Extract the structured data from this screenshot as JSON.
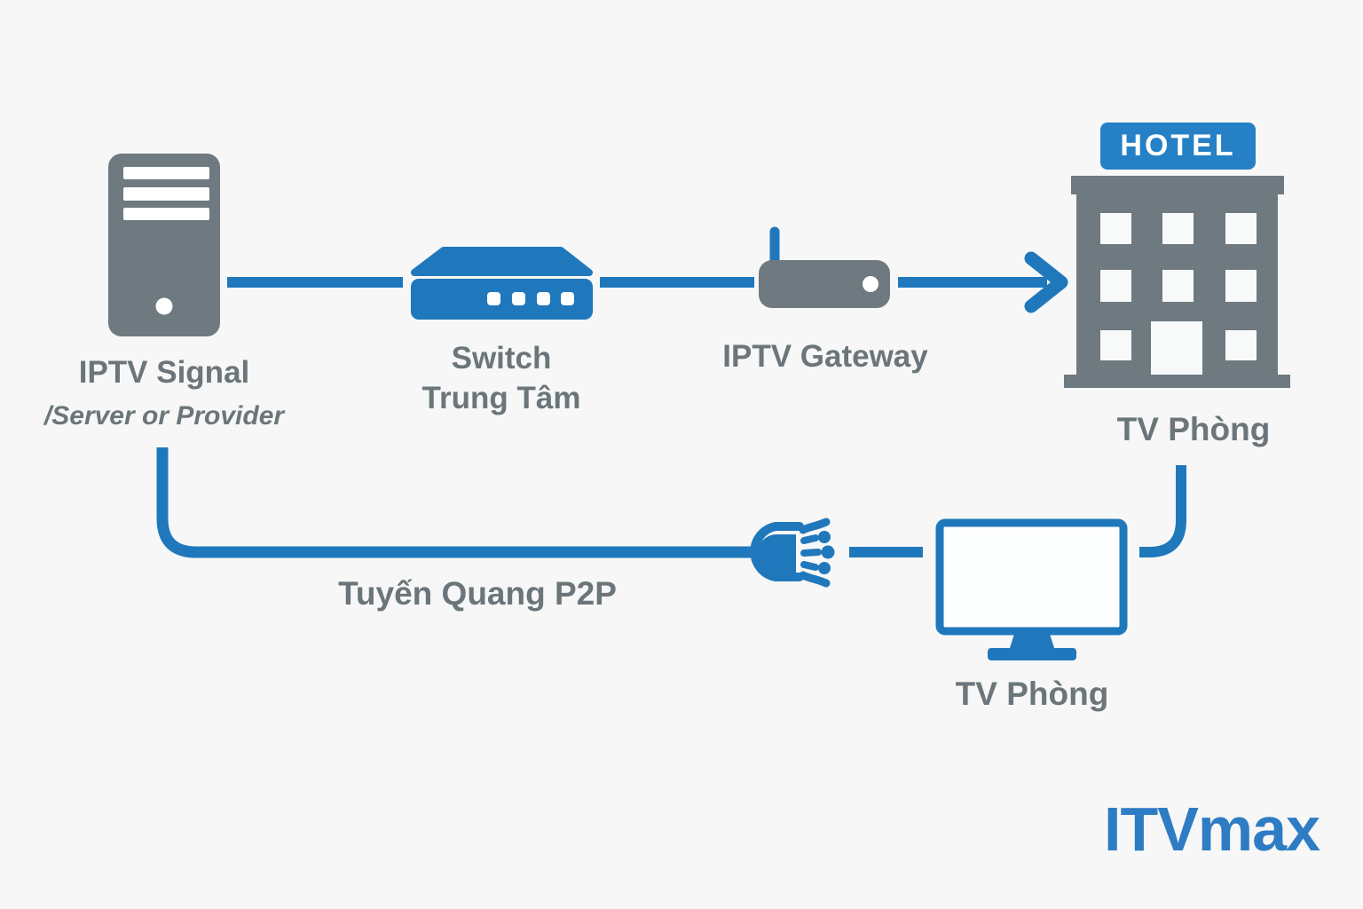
{
  "colors": {
    "blue": "#2078bc",
    "sign_blue": "#2580c6",
    "gray": "#6e7a80",
    "label_gray": "#6b757a",
    "logo_blue": "#2e7cc4",
    "background": "#f6f7f6"
  },
  "icons": [
    "server-tower-icon",
    "network-switch-icon",
    "router-icon",
    "arrow-right-icon",
    "hotel-building-icon",
    "fiber-connector-icon",
    "tv-monitor-icon"
  ],
  "diagram": {
    "server": {
      "label": "IPTV Signal",
      "sublabel": "/Server or Provider"
    },
    "switch": {
      "label_line1": "Switch",
      "label_line2": "Trung Tâm"
    },
    "gateway": {
      "label": "IPTV Gateway"
    },
    "hotel": {
      "sign_text": "HOTEL",
      "label": "TV Phòng"
    },
    "fiber_link": {
      "label": "Tuyến Quang P2P"
    },
    "tv": {
      "label": "TV Phòng"
    },
    "logo_text": "ITVmax"
  }
}
